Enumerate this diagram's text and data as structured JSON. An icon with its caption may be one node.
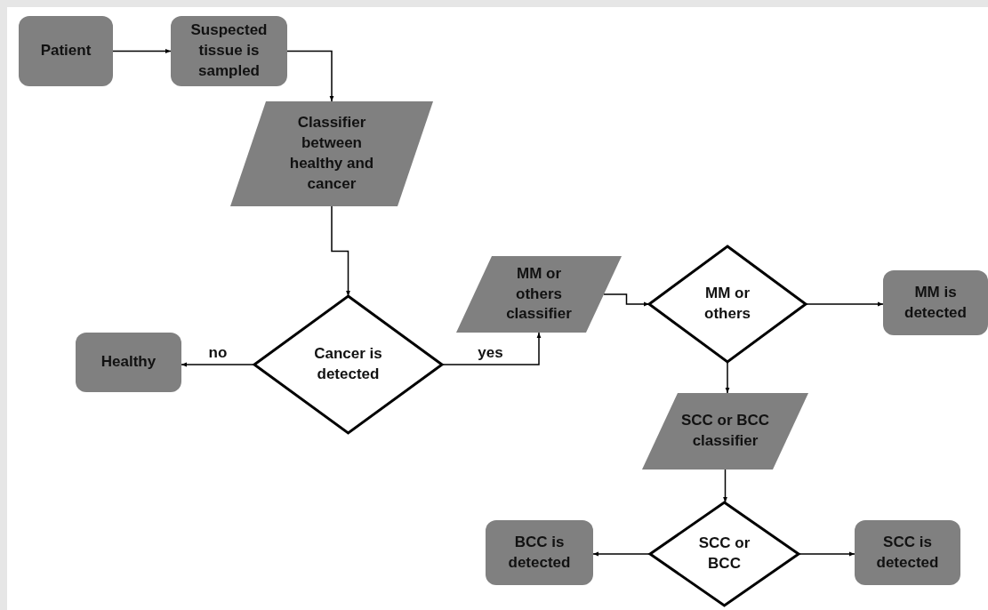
{
  "diagram": {
    "nodes": [
      {
        "text": [
          "Patient"
        ]
      },
      {
        "text": [
          "Suspected tissue is sampled"
        ]
      },
      {
        "text": [
          "Classifier between healthy and cancer"
        ]
      },
      {
        "text": [
          "Cancer is detected"
        ]
      },
      {
        "text": [
          "Healthy"
        ]
      },
      {
        "text": [
          "MM or others classifier"
        ]
      },
      {
        "text": [
          "MM or others"
        ]
      },
      {
        "text": [
          "MM is detected"
        ]
      },
      {
        "text": [
          "SCC or BCC classifier"
        ]
      },
      {
        "text": [
          "SCC or BCC"
        ]
      },
      {
        "text": [
          "BCC is detected"
        ]
      },
      {
        "text": [
          "SCC is detected"
        ]
      }
    ],
    "edges": [
      {
        "from": 0,
        "to": 1,
        "arrow": "to"
      },
      {
        "from": 1,
        "to": 2,
        "arrow": "to"
      },
      {
        "from": 2,
        "to": 3,
        "arrow": "to"
      },
      {
        "from": 3,
        "to": 4,
        "arrow": "to",
        "label": "no"
      },
      {
        "from": 3,
        "to": 5,
        "arrow": "to",
        "label": "yes"
      },
      {
        "from": 5,
        "to": 6,
        "arrow": "to"
      },
      {
        "from": 6,
        "to": 7,
        "arrow": "to"
      },
      {
        "from": 6,
        "to": 8,
        "arrow": "to"
      },
      {
        "from": 8,
        "to": 9,
        "arrow": "to"
      },
      {
        "from": 9,
        "to": 10,
        "arrow": "to"
      },
      {
        "from": 9,
        "to": 11,
        "arrow": "to"
      }
    ]
  }
}
